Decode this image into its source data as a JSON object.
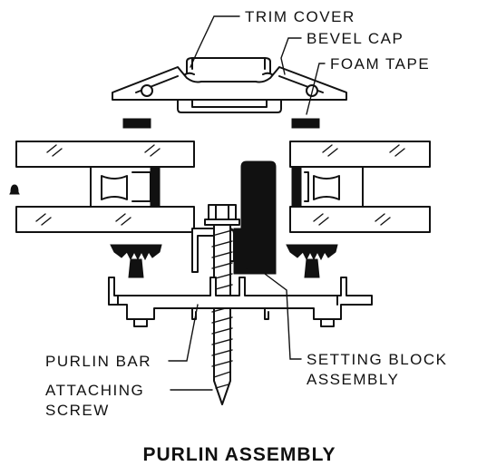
{
  "labels": {
    "trim_cover": "TRIM COVER",
    "bevel_cap": "BEVEL CAP",
    "foam_tape": "FOAM TAPE",
    "purlin_bar": "PURLIN BAR",
    "attaching_screw_line1": "ATTACHING",
    "attaching_screw_line2": "SCREW",
    "setting_block_line1": "SETTING BLOCK",
    "setting_block_line2": "ASSEMBLY"
  },
  "title": "PURLIN ASSEMBLY"
}
